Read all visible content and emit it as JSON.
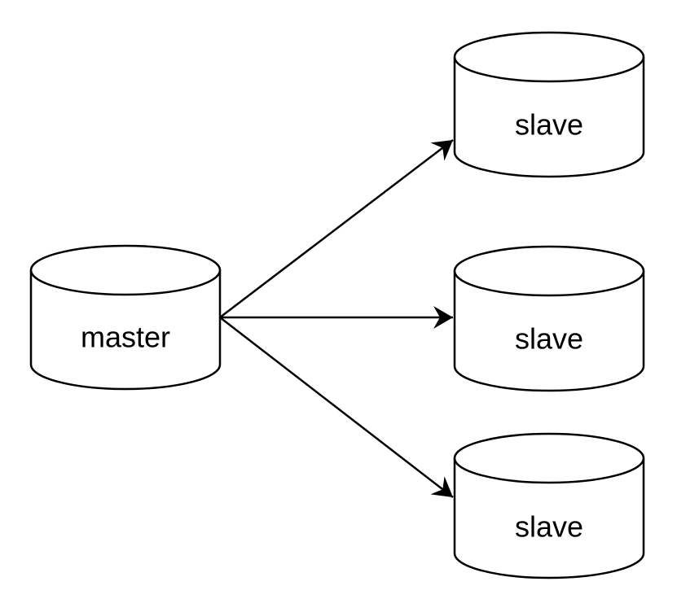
{
  "diagram": {
    "type": "database-replication-topology",
    "colors": {
      "background": "#ffffff",
      "node_fill": "#ffffff",
      "node_stroke": "#000000",
      "edge_stroke": "#000000",
      "label_text": "#000000"
    },
    "nodes": [
      {
        "id": "master",
        "label": "master",
        "shape": "cylinder"
      },
      {
        "id": "slave-1",
        "label": "slave",
        "shape": "cylinder"
      },
      {
        "id": "slave-2",
        "label": "slave",
        "shape": "cylinder"
      },
      {
        "id": "slave-3",
        "label": "slave",
        "shape": "cylinder"
      }
    ],
    "edges": [
      {
        "from": "master",
        "to": "slave-1",
        "arrow": "classic-filled"
      },
      {
        "from": "master",
        "to": "slave-2",
        "arrow": "classic-filled"
      },
      {
        "from": "master",
        "to": "slave-3",
        "arrow": "classic-filled"
      }
    ]
  }
}
